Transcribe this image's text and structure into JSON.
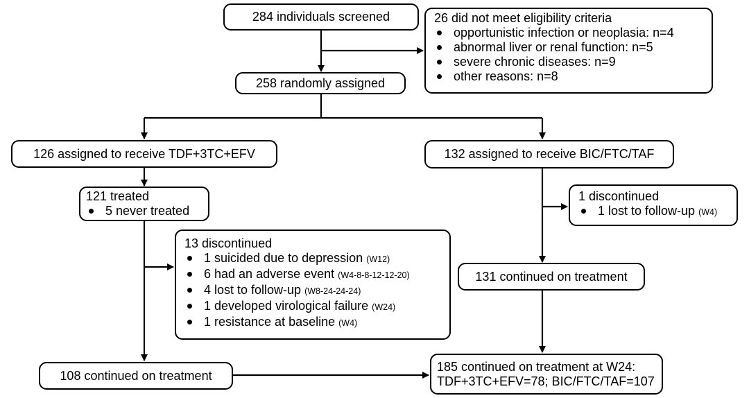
{
  "screened": {
    "text": "284 individuals screened"
  },
  "excluded": {
    "title": "26 did not meet eligibility criteria",
    "items": [
      {
        "text": "opportunistic infection or neoplasia: n=4"
      },
      {
        "text": "abnormal liver or renal function: n=5"
      },
      {
        "text": "severe chronic diseases: n=9"
      },
      {
        "text": "other reasons: n=8"
      }
    ]
  },
  "randomized": {
    "text": "258 randomly assigned"
  },
  "arm_left": {
    "assigned": {
      "text": "126 assigned to receive TDF+3TC+EFV"
    },
    "treated": {
      "title": "121 treated",
      "items": [
        {
          "text": "5 never treated"
        }
      ]
    },
    "discontinued": {
      "title": "13 discontinued",
      "items": [
        {
          "text": "1 suicided due to depression",
          "week": "(W12)"
        },
        {
          "text": "6 had an adverse event",
          "week": "(W4-8-8-12-12-20)"
        },
        {
          "text": "4 lost to follow-up",
          "week": "(W8-24-24-24)"
        },
        {
          "text": "1 developed virological failure",
          "week": "(W24)"
        },
        {
          "text": "1 resistance at baseline",
          "week": "(W4)"
        }
      ]
    },
    "continued": {
      "text": "108 continued on treatment"
    }
  },
  "arm_right": {
    "assigned": {
      "text": "132 assigned to receive BIC/FTC/TAF"
    },
    "discontinued": {
      "title": "1 discontinued",
      "items": [
        {
          "text": "1 lost to follow-up",
          "week": "(W4)"
        }
      ]
    },
    "continued": {
      "text": "131 continued on treatment"
    }
  },
  "final": {
    "line1": "185 continued on treatment at W24:",
    "line2": "TDF+3TC+EFV=78; BIC/FTC/TAF=107"
  }
}
